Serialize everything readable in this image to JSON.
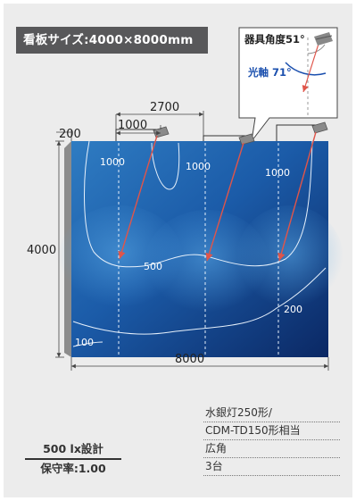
{
  "title": "看板サイズ:4000×8000mm",
  "callout": {
    "fixture_angle": "器具角度51°",
    "optical_axis": "光軸 71°"
  },
  "dimensions": {
    "total_width": "8000",
    "height": "4000",
    "edge_offset": "200",
    "spacing_first": "1000",
    "spacing": "2700"
  },
  "contours": {
    "c1000_a": "1000",
    "c1000_b": "1000",
    "c1000_c": "1000",
    "c500": "500",
    "c200": "200",
    "c100": "100"
  },
  "design": {
    "lux": "500 lx設計",
    "maintenance": "保守率:1.00"
  },
  "spec": [
    "水銀灯250形/",
    "CDM-TD150形相当",
    "広角",
    "3台"
  ],
  "colors": {
    "board_dark": "#0d2c6b",
    "board_light": "#2e7ec4",
    "ray": "#e0554a",
    "callout_axis": "#1a4fae",
    "title_bg": "#58585a"
  }
}
